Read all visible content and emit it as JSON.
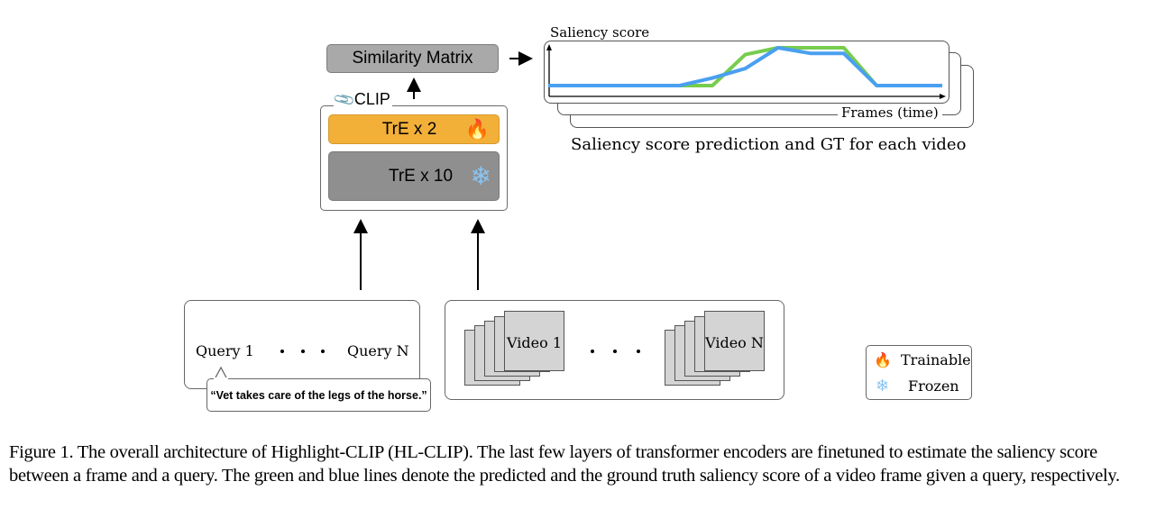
{
  "similarity_matrix": {
    "label": "Similarity Matrix"
  },
  "clip": {
    "label": "CLIP",
    "icon": "paperclip-icon",
    "layers": [
      {
        "label": "TrE x 2",
        "status": "trainable",
        "icon": "flame-icon",
        "glyph": "🔥",
        "color": "#f2b039"
      },
      {
        "label": "TrE x 10",
        "status": "frozen",
        "icon": "snowflake-icon",
        "glyph": "❄",
        "color": "#8f8f8f"
      }
    ]
  },
  "chart": {
    "ylabel": "Saliency score",
    "xlabel": "Frames (time)",
    "caption": "Saliency score prediction and GT for each video"
  },
  "chart_data": {
    "type": "line",
    "title": "",
    "xlabel": "Frames (time)",
    "ylabel": "Saliency score",
    "x": [
      0,
      1,
      2,
      3,
      4,
      5,
      6,
      7,
      8,
      9,
      10,
      11,
      12
    ],
    "ylim": [
      0,
      1
    ],
    "grid": false,
    "legend": "none",
    "series": [
      {
        "name": "Predicted",
        "color": "#77cc4d",
        "values": [
          0,
          0,
          0,
          0,
          0,
          0.0,
          0.82,
          1.0,
          1.0,
          1.0,
          0,
          0,
          0
        ]
      },
      {
        "name": "Ground truth",
        "color": "#4a9ff0",
        "values": [
          0,
          0,
          0,
          0,
          0,
          0.2,
          0.45,
          1.0,
          0.85,
          0.85,
          0,
          0,
          0
        ]
      }
    ],
    "x_positions_frames": [
      0,
      1,
      2,
      3,
      4,
      5,
      6,
      7,
      8,
      9,
      10,
      11,
      12
    ]
  },
  "queries": {
    "first": "Query 1",
    "last": "Query N",
    "example": "“Vet takes care of the legs of the horse.”"
  },
  "videos": {
    "first": "Video 1",
    "last": "Video N"
  },
  "legend": {
    "items": [
      {
        "icon": "flame-icon",
        "glyph": "🔥",
        "label": "Trainable"
      },
      {
        "icon": "snowflake-icon",
        "glyph": "❄",
        "label": "Frozen"
      }
    ]
  },
  "caption": "Figure 1. The overall architecture of Highlight-CLIP (HL-CLIP). The last few layers of transformer encoders are finetuned to estimate the saliency score between a frame and a query. The green and blue lines denote the predicted and the ground truth saliency score of a video frame given a query, respectively."
}
